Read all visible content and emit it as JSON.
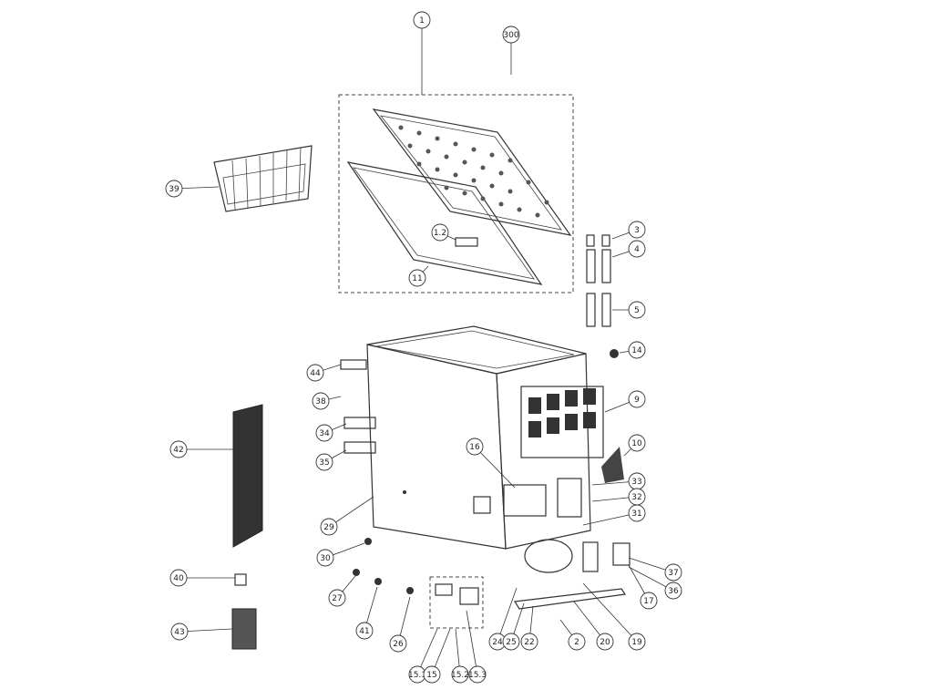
{
  "callouts": [
    "1",
    "300",
    "39",
    "1.2",
    "11",
    "3",
    "4",
    "5",
    "14",
    "9",
    "44",
    "38",
    "34",
    "35",
    "16",
    "10",
    "33",
    "32",
    "31",
    "42",
    "29",
    "30",
    "40",
    "27",
    "41",
    "26",
    "15.1",
    "15",
    "15.2",
    "15.3",
    "24",
    "25",
    "22",
    "2",
    "20",
    "19",
    "17",
    "36",
    "37",
    "43"
  ]
}
